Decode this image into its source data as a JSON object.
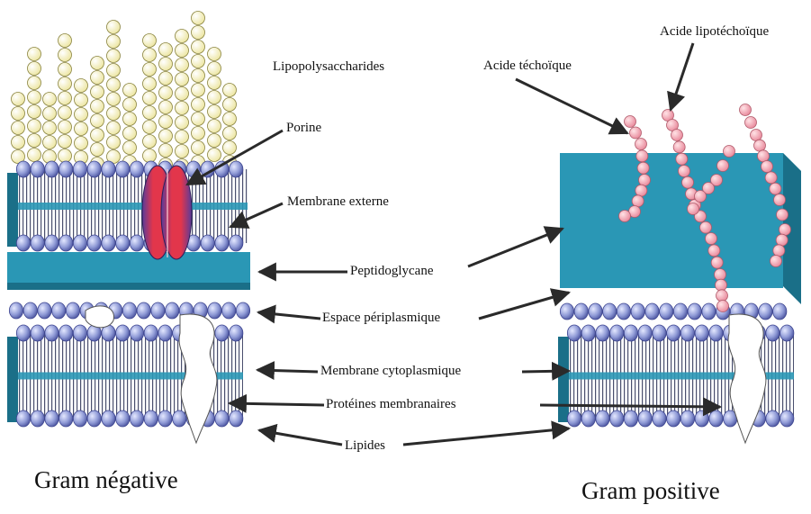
{
  "labels": {
    "lps": "Lipopolysaccharides",
    "porine": "Porine",
    "membrane_externe": "Membrane externe",
    "peptidoglycane": "Peptidoglycane",
    "espace_periplasmique": "Espace périplasmique",
    "membrane_cytoplasmique": "Membrane cytoplasmique",
    "proteines_membranaires": "Protéines membranaires",
    "lipides": "Lipides",
    "acide_techoique": "Acide téchoïque",
    "acide_lipotechoique": "Acide lipotéchoïque"
  },
  "titles": {
    "gram_negative": "Gram négative",
    "gram_positive": "Gram positive"
  },
  "colors": {
    "membrane_teal": "#2a97b5",
    "membrane_dark": "#1a6f88",
    "head_blue": "#8f9ad6",
    "lps_bead": "#f6f2bd",
    "teichoic_bead": "#f0a5ad",
    "porin_red": "#e2364b",
    "arrow": "#2a2a2a"
  }
}
